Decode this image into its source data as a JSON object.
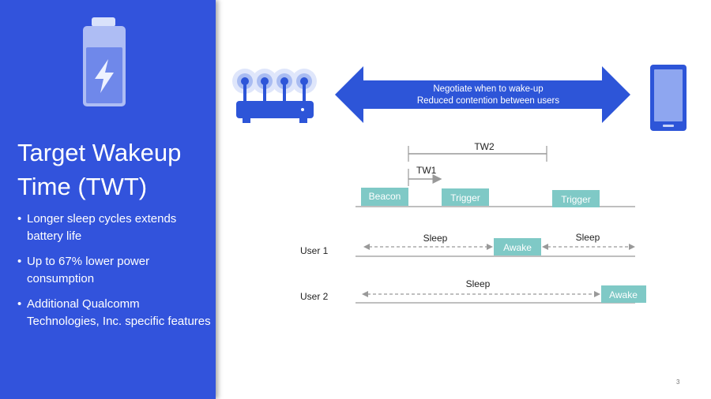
{
  "sidebar": {
    "title": "Target Wakeup Time (TWT)",
    "bullets": [
      "Longer sleep cycles extends battery life",
      "Up to 67% lower power consumption",
      "Additional Qualcomm Technologies, Inc. specific features"
    ]
  },
  "diagram": {
    "arrow_line1": "Negotiate when to wake-up",
    "arrow_line2": "Reduced contention between users",
    "tw2": "TW2",
    "tw1": "TW1",
    "beacon": "Beacon",
    "trigger1": "Trigger",
    "trigger2": "Trigger",
    "user1": "User 1",
    "user2": "User 2",
    "user1_sleep_left": "Sleep",
    "user1_awake": "Awake",
    "user1_sleep_right": "Sleep",
    "user2_sleep": "Sleep",
    "user2_awake": "Awake"
  },
  "page_number": "3",
  "colors": {
    "primary_blue": "#3253dc",
    "teal": "#7fc9c6",
    "router_blue": "#2d55d8",
    "line_gray": "#999999"
  },
  "icons": [
    "battery-charging-icon",
    "wifi-router-icon",
    "smartphone-icon"
  ]
}
